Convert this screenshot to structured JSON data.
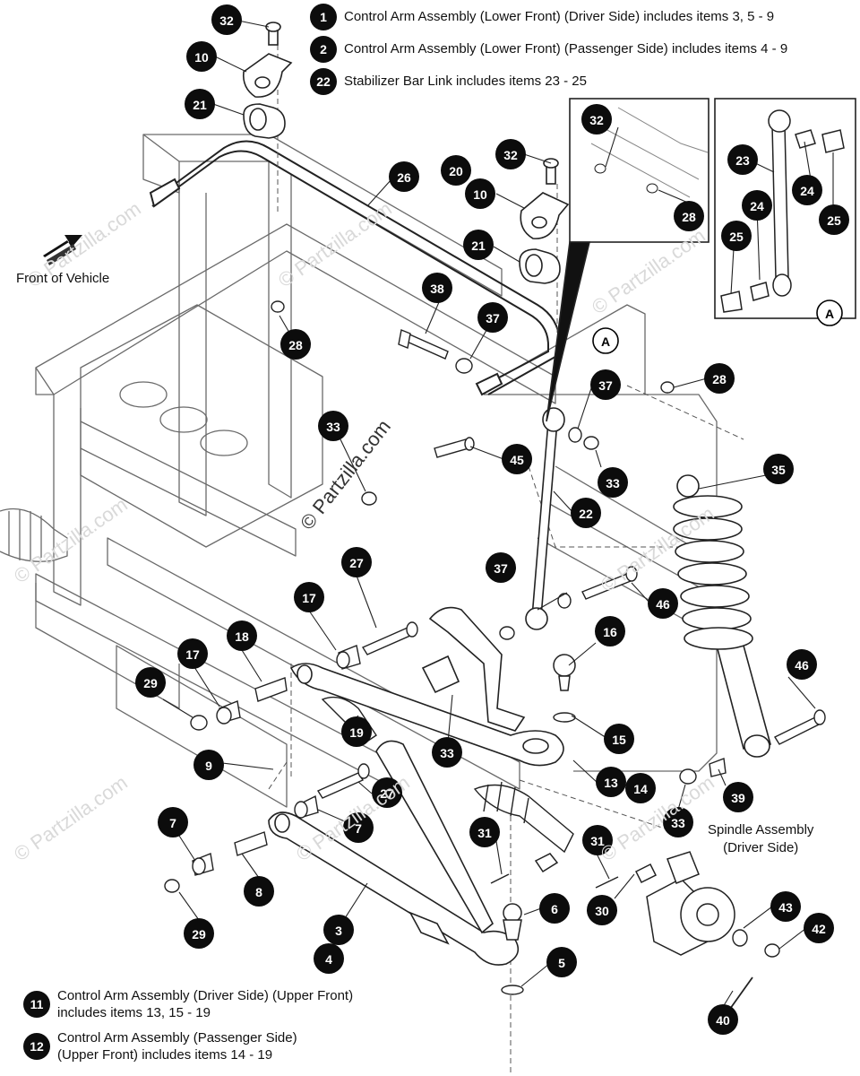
{
  "legend_top": [
    {
      "number": "1",
      "text": "Control Arm Assembly (Lower Front) (Driver Side) includes items 3, 5 - 9"
    },
    {
      "number": "2",
      "text": "Control Arm Assembly (Lower Front) (Passenger Side) includes items 4 - 9"
    },
    {
      "number": "22",
      "text": "Stabilizer Bar Link includes items 23 - 25"
    }
  ],
  "legend_bottom": [
    {
      "number": "11",
      "line1": "Control Arm Assembly (Driver Side) (Upper Front)",
      "line2": "includes items 13, 15 - 19"
    },
    {
      "number": "12",
      "line1": "Control Arm Assembly (Passenger Side)",
      "line2": "(Upper Front) includes items 14 - 19"
    }
  ],
  "front_label": "Front of Vehicle",
  "spindle_label": {
    "line1": "Spindle Assembly",
    "line2": "(Driver Side)"
  },
  "detail_letter": "A",
  "watermark_main": "© Partzilla.com",
  "watermark_faint": "© Partzilla.com",
  "callouts": [
    "32",
    "10",
    "21",
    "26",
    "20",
    "32",
    "10",
    "21",
    "38",
    "37",
    "28",
    "33",
    "45",
    "27",
    "17",
    "18",
    "17",
    "29",
    "19",
    "9",
    "7",
    "29",
    "8",
    "27",
    "7",
    "3",
    "4",
    "31",
    "6",
    "5",
    "16",
    "15",
    "13",
    "14",
    "33",
    "22",
    "37",
    "33",
    "28",
    "35",
    "46",
    "46",
    "39",
    "33",
    "31",
    "30",
    "43",
    "42",
    "40",
    "32",
    "28",
    "23",
    "24",
    "24",
    "25",
    "25",
    "37"
  ],
  "colors": {
    "badge": "#0c0c0c",
    "line": "#555555",
    "background": "#ffffff"
  }
}
